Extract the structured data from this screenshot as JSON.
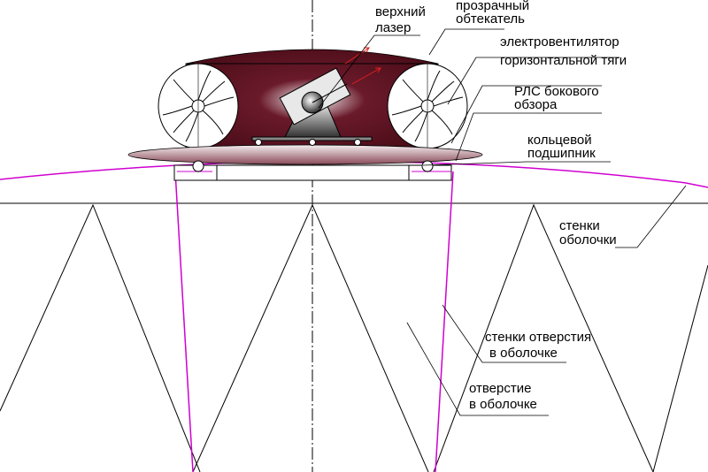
{
  "labels": {
    "upper_laser": [
      "верхний",
      "лазер"
    ],
    "fairing": [
      "прозрачный",
      "обтекатель"
    ],
    "fan": [
      "электровентилятор",
      "горизонтальной тяги"
    ],
    "radar": [
      "РЛС бокового",
      "обзора"
    ],
    "bearing": [
      "кольцевой",
      "подшипник"
    ],
    "shell_walls": [
      "стенки",
      "оболочки"
    ],
    "hole_walls": [
      "стенки отверстия",
      "в оболочке"
    ],
    "hole": [
      "отверстие",
      "в оболочке"
    ]
  },
  "colors": {
    "hull": "#5a1020",
    "magenta": "#d000d0",
    "laser_beam": "#e02020"
  }
}
